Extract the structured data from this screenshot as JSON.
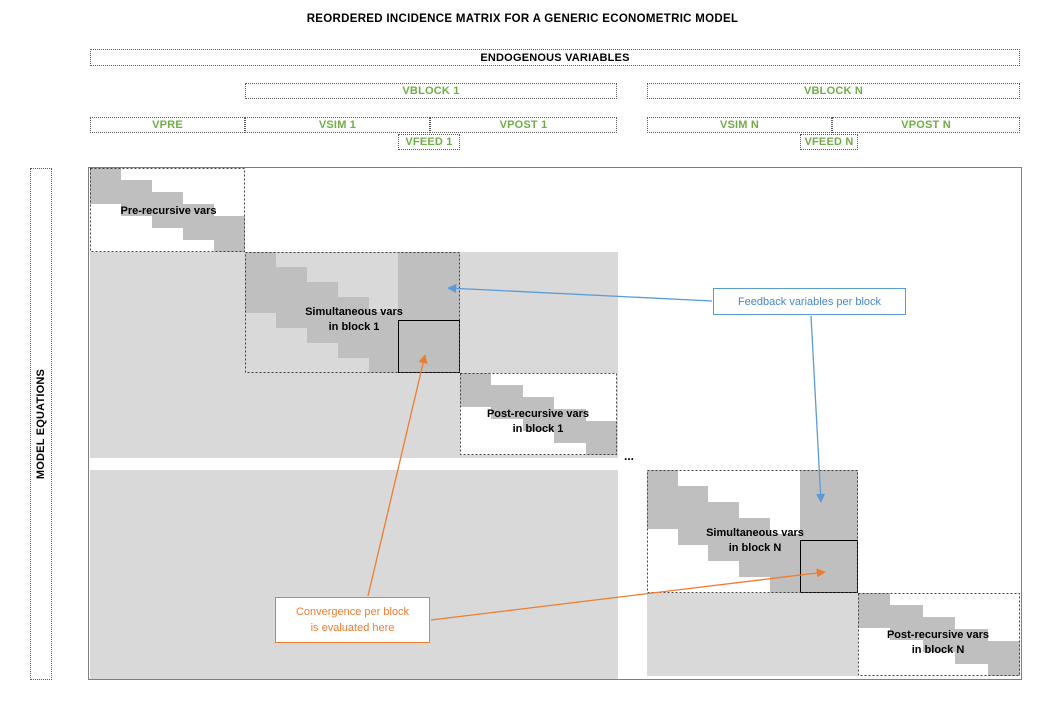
{
  "title": "REORDERED INCIDENCE MATRIX FOR A GENERIC ECONOMETRIC MODEL",
  "header": {
    "endogenous": "ENDOGENOUS VARIABLES",
    "vblock1": "VBLOCK 1",
    "vblockN": "VBLOCK N",
    "vpre": "VPRE",
    "vsim1": "VSIM 1",
    "vpost1": "VPOST 1",
    "vsimN": "VSIM N",
    "vpostN": "VPOST N",
    "vfeed1": "VFEED 1",
    "vfeedN": "VFEED N"
  },
  "axis": {
    "model_equations": "MODEL EQUATIONS"
  },
  "matrix": {
    "pre_label": "Pre-recursive vars",
    "sim1_line1": "Simultaneous vars",
    "sim1_line2": "in block 1",
    "post1_line1": "Post-recursive vars",
    "post1_line2": "in block 1",
    "simN_line1": "Simultaneous vars",
    "simN_line2": "in block N",
    "postN_line1": "Post-recursive vars",
    "postN_line2": "in block N",
    "ellipsis": "..."
  },
  "callouts": {
    "feedback": "Feedback variables per block",
    "convergence_line1": "Convergence per block",
    "convergence_line2": "is evaluated here"
  },
  "colors": {
    "green": "#70AD47",
    "blue": "#5B9BD5",
    "orange": "#ED7D31",
    "dark_gray": "#BFBFBF",
    "light_gray": "#D9D9D9"
  }
}
